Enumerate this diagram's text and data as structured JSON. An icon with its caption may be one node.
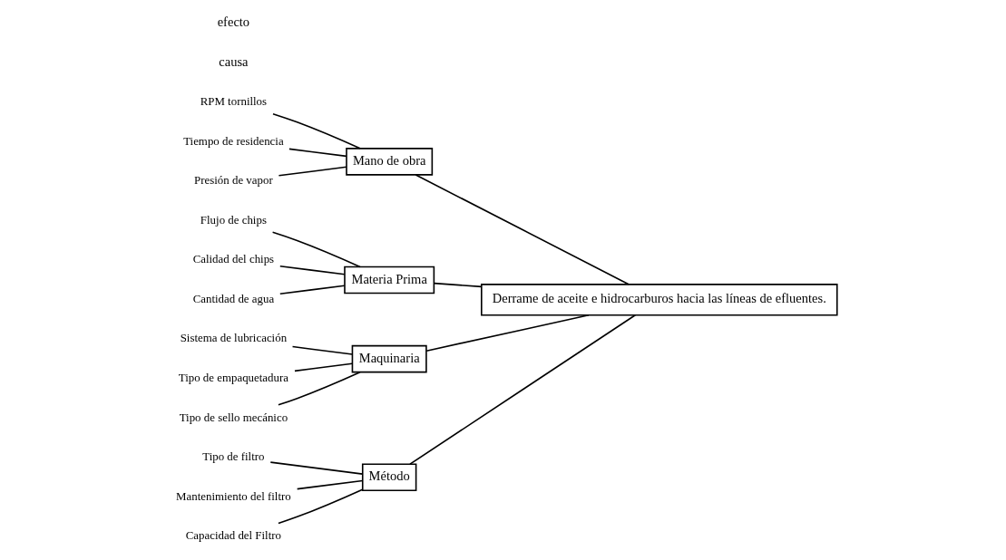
{
  "diagram": {
    "nodes": [
      {
        "text": [
          "Método"
        ]
      },
      {
        "text": [
          "Mano de obra"
        ]
      },
      {
        "text": [
          "Tipo de filtro"
        ]
      },
      {
        "text": [
          "Mantenimiento del filtro"
        ]
      },
      {
        "text": [
          "Capacidad del Filtro"
        ]
      },
      {
        "text": [
          "RPM tornillos"
        ]
      },
      {
        "text": [
          "Tiempo de residencia"
        ]
      },
      {
        "text": [
          "Presión de vapor"
        ]
      },
      {
        "text": [
          "Derrame de aceite e hidrocarburos hacia las líneas de efluentes."
        ]
      },
      {
        "text": [
          "Flujo de chips"
        ]
      },
      {
        "text": [
          "Calidad del chips"
        ]
      },
      {
        "text": [
          "Cantidad de agua"
        ]
      },
      {
        "text": [
          "Sistema de lubricación"
        ]
      },
      {
        "text": [
          "Tipo de empaquetadura"
        ]
      },
      {
        "text": [
          "Tipo de sello mecánico"
        ]
      },
      {
        "text": [
          "Materia Prima"
        ]
      },
      {
        "text": [
          "Maquinaria"
        ]
      }
    ],
    "edges": [
      {
        "from": 2,
        "to": 0,
        "arrow": "none"
      },
      {
        "from": 3,
        "to": 0,
        "arrow": "none"
      },
      {
        "from": 4,
        "to": 0,
        "arrow": "none"
      },
      {
        "from": 5,
        "to": 1,
        "arrow": "none"
      },
      {
        "from": 6,
        "to": 1,
        "arrow": "none"
      },
      {
        "from": 7,
        "to": 1,
        "arrow": "none"
      },
      {
        "from": 9,
        "to": 15,
        "arrow": "none"
      },
      {
        "from": 10,
        "to": 15,
        "arrow": "none"
      },
      {
        "from": 11,
        "to": 15,
        "arrow": "none"
      },
      {
        "from": 12,
        "to": 16,
        "arrow": "none"
      },
      {
        "from": 13,
        "to": 16,
        "arrow": "none"
      },
      {
        "from": 14,
        "to": 16,
        "arrow": "none"
      },
      {
        "from": 0,
        "to": 8,
        "arrow": "none"
      },
      {
        "from": 15,
        "to": 8,
        "arrow": "none"
      },
      {
        "from": 1,
        "to": 8,
        "arrow": "none"
      },
      {
        "from": 16,
        "to": 8,
        "arrow": "none"
      }
    ],
    "labels": [
      "causa",
      "efecto"
    ]
  }
}
